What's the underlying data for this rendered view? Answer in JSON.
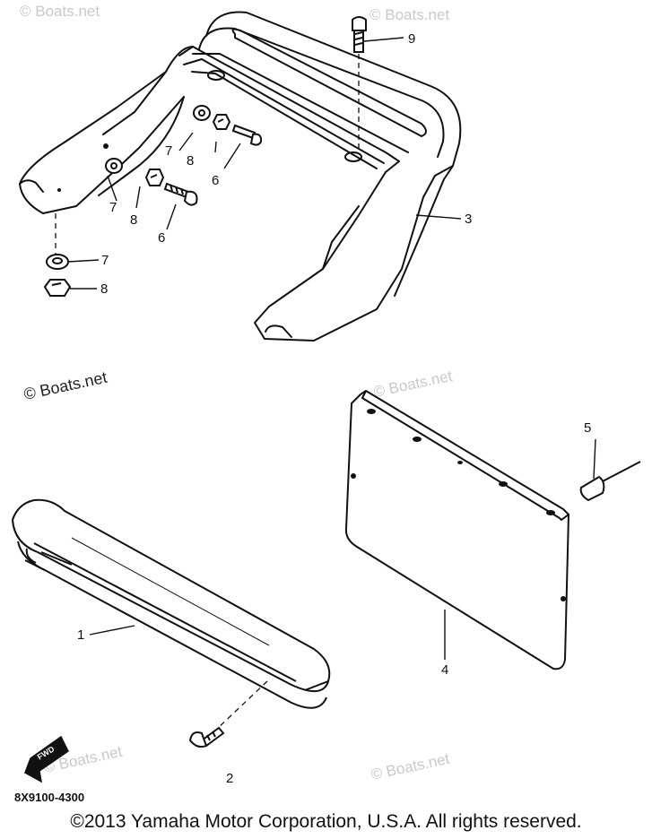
{
  "watermarks": {
    "main": "© Boats.net",
    "light": "© Boats.net"
  },
  "part_labels": {
    "p1": "1",
    "p2": "2",
    "p3": "3",
    "p4": "4",
    "p5": "5",
    "p6a": "6",
    "p6b": "6",
    "p7a": "7",
    "p7b": "7",
    "p7c": "7",
    "p8a": "8",
    "p8b": "8",
    "p8c": "8",
    "p9": "9"
  },
  "fwd_mark": "FWD",
  "diagram_code": "8X9100-4300",
  "copyright": "©2013 Yamaha Motor Corporation, U.S.A. All rights reserved.",
  "colors": {
    "ink": "#111111",
    "watermark": "#c9c9c9",
    "background": "#ffffff"
  }
}
